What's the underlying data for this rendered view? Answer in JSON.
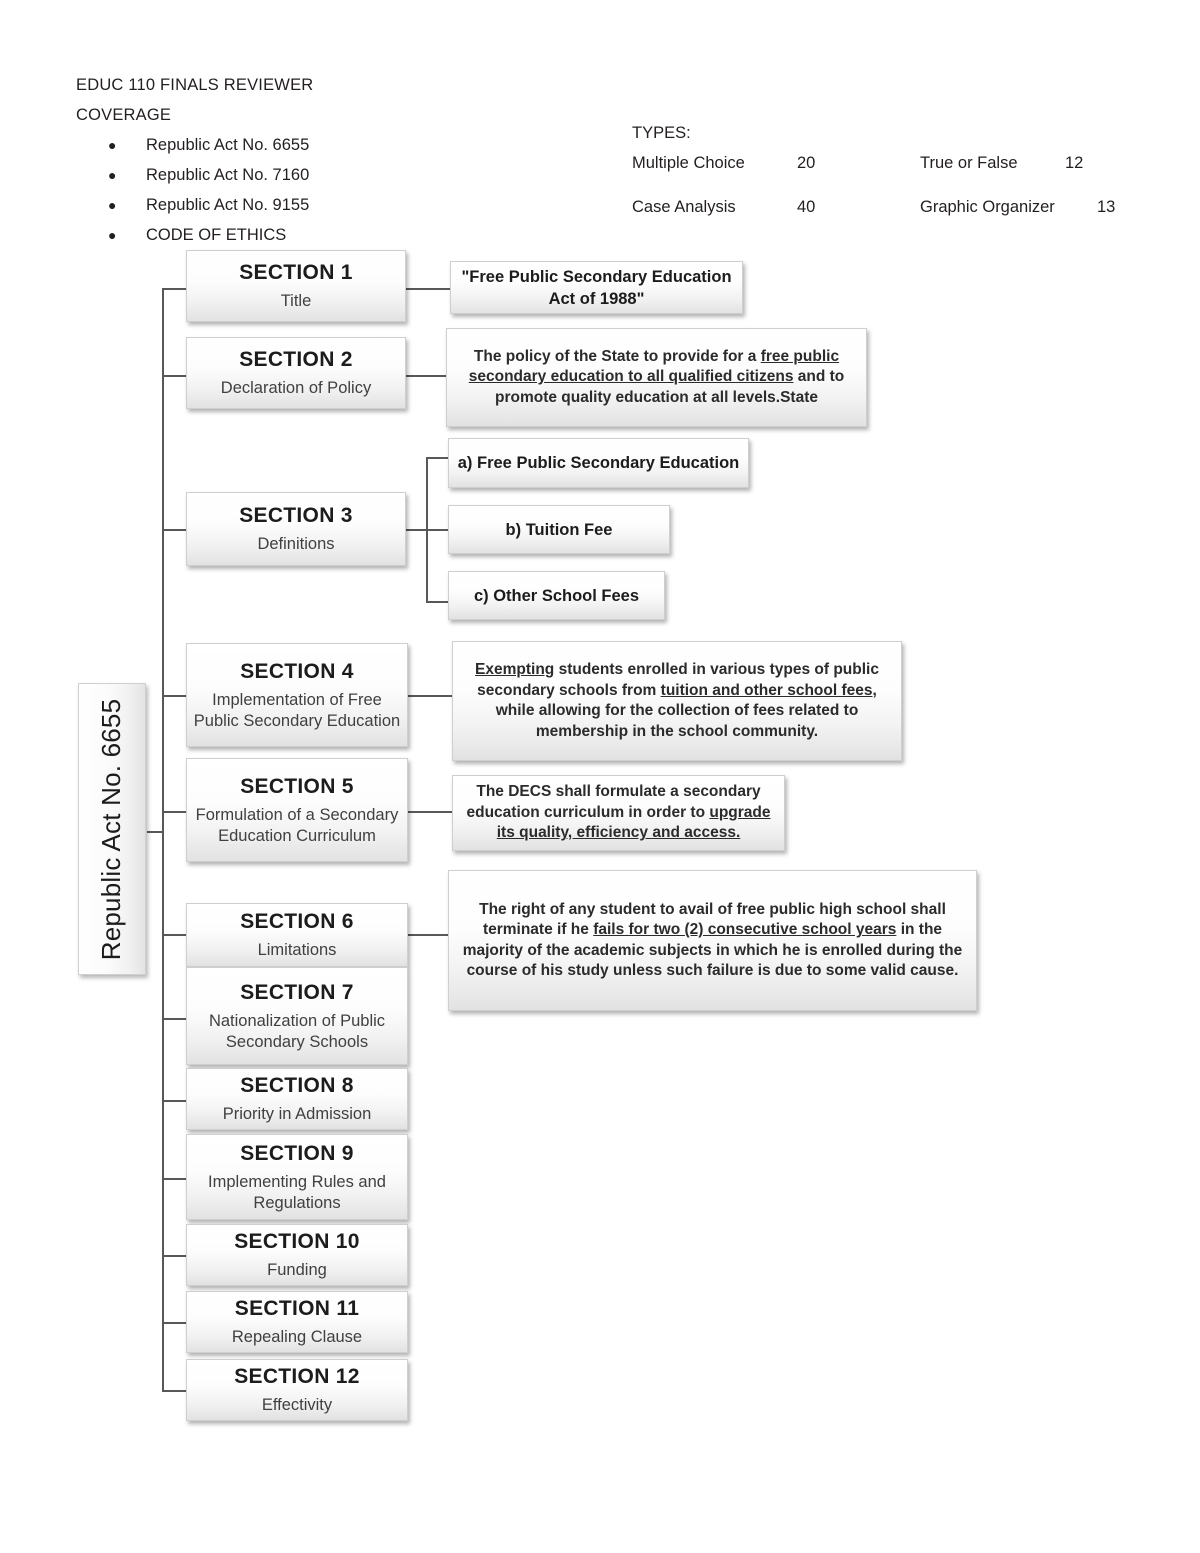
{
  "document": {
    "title_line": "EDUC 110 FINALS REVIEWER",
    "coverage_label": "COVERAGE",
    "coverage_items": [
      "Republic Act No. 6655",
      "Republic Act No. 7160",
      "Republic Act No. 9155",
      "CODE OF ETHICS"
    ],
    "bullet_glyph": "●"
  },
  "types": {
    "heading": "TYPES:",
    "rows": [
      {
        "left_label": "Multiple Choice",
        "left_value": "20",
        "right_label": "True or False",
        "right_value": "12"
      },
      {
        "left_label": "Case Analysis",
        "left_value": "40",
        "right_label": "Graphic Organizer",
        "right_value": "13"
      }
    ]
  },
  "diagram": {
    "root_label": "Republic Act No. 6655",
    "sections": [
      {
        "title": "SECTION 1",
        "subtitle": "Title"
      },
      {
        "title": "SECTION 2",
        "subtitle": "Declaration of Policy"
      },
      {
        "title": "SECTION 3",
        "subtitle": "Definitions"
      },
      {
        "title": "SECTION 4",
        "subtitle": "Implementation of Free Public Secondary Education"
      },
      {
        "title": "SECTION 5",
        "subtitle": "Formulation of a Secondary Education Curriculum"
      },
      {
        "title": "SECTION 6",
        "subtitle": "Limitations"
      },
      {
        "title": "SECTION 7",
        "subtitle": "Nationalization of Public Secondary Schools"
      },
      {
        "title": "SECTION 8",
        "subtitle": "Priority in Admission"
      },
      {
        "title": "SECTION 9",
        "subtitle": "Implementing Rules and Regulations"
      },
      {
        "title": "SECTION 10",
        "subtitle": "Funding"
      },
      {
        "title": "SECTION 11",
        "subtitle": "Repealing Clause"
      },
      {
        "title": "SECTION 12",
        "subtitle": "Effectivity"
      }
    ],
    "details": {
      "section1": "\"Free Public Secondary Education Act of 1988\"",
      "section2_pre": "The policy of the State to provide for a ",
      "section2_underline": "free public secondary education to all qualified citizens",
      "section2_post": " and to promote quality education at all levels.State",
      "section3_a": "a) Free Public Secondary Education",
      "section3_b": "b) Tuition Fee",
      "section3_c": "c) Other School Fees",
      "section4_u1": "Exempting",
      "section4_mid1": " students enrolled in various types of public secondary schools from ",
      "section4_u2": "tuition and other school fees,",
      "section4_mid2": " while allowing for the collection of fees related to membership in the school community.",
      "section5_pre": "The DECS shall formulate a secondary education curriculum in order to ",
      "section5_underline": "upgrade its quality, efficiency and access.",
      "section6_pre": "The right of any student to avail of free public high school shall terminate if he ",
      "section6_underline": "fails for two (2) consecutive school years",
      "section6_post": " in the majority of the academic subjects in which he is enrolled during the course of his study unless such failure is due to some valid cause."
    }
  }
}
